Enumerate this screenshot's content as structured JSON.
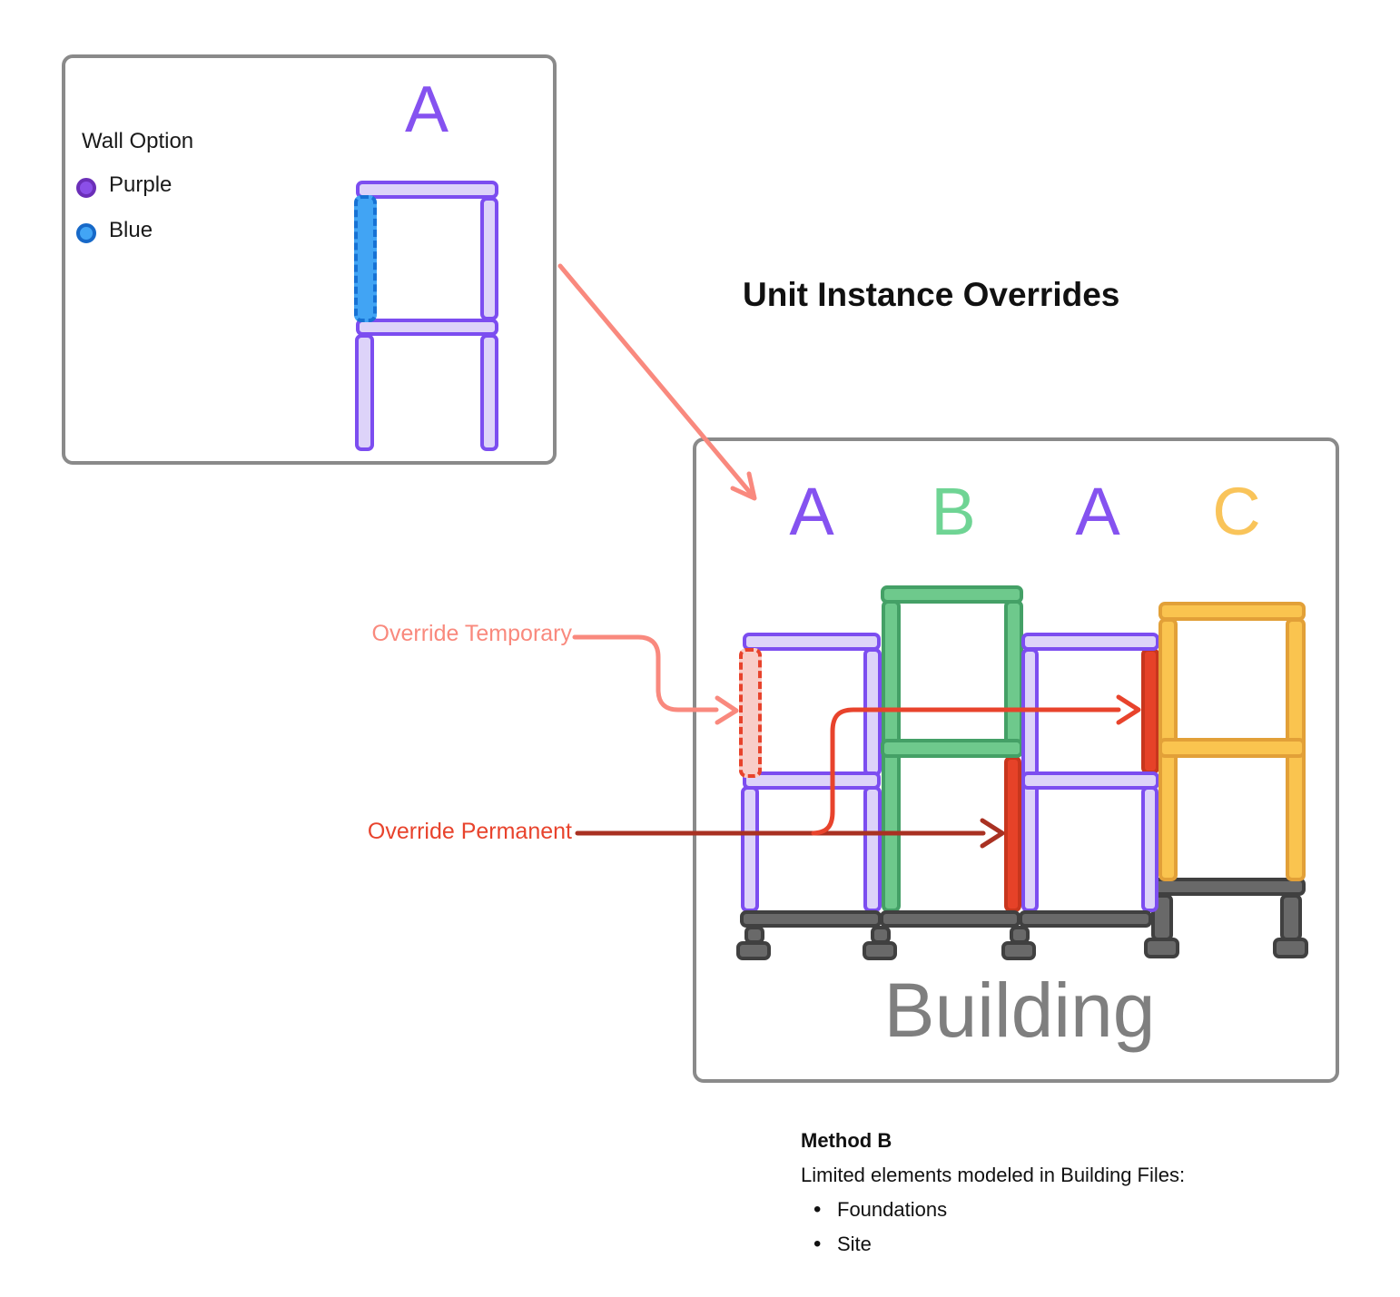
{
  "title": "Unit Instance Overrides",
  "wall_option_panel": {
    "heading": "Wall Option",
    "legend": [
      {
        "label": "Purple",
        "color": "#8B4FE8",
        "ring": "#6B2FB8"
      },
      {
        "label": "Blue",
        "color": "#42A5F5",
        "ring": "#1769C8"
      }
    ],
    "unit_label": "A"
  },
  "building": {
    "caption": "Building",
    "unit_labels": [
      {
        "label": "A",
        "color": "#8552F0"
      },
      {
        "label": "B",
        "color": "#6FD494"
      },
      {
        "label": "A",
        "color": "#8552F0"
      },
      {
        "label": "C",
        "color": "#F9C45A"
      }
    ],
    "annotations": {
      "temporary": {
        "label": "Override Temporary",
        "color": "#F9897D"
      },
      "permanent": {
        "label": "Override Permanent",
        "color": "#E8432C"
      }
    }
  },
  "notes": {
    "heading": "Method B",
    "body": "Limited elements modeled in Building Files:",
    "bullets": [
      "Foundations",
      "Site"
    ]
  },
  "colors": {
    "wall_purple_stroke": "#7C4DF0",
    "wall_purple_fill": "#DDD3F9",
    "wall_green_stroke": "#44A066",
    "wall_green_fill": "#6EC98C",
    "wall_yellow_stroke": "#E2A038",
    "wall_yellow_fill": "#FAC44F",
    "wall_red": "#E64228",
    "override_temp_fill": "#F8CDC8",
    "override_temp_stroke": "#E8432C",
    "override_blue_fill": "#41A4F4",
    "override_blue_stroke": "#1772D4",
    "foundation": "#696969",
    "box_border": "#8A8A8A",
    "arrow_salmon": "#F9897E",
    "arrow_red": "#E8432C",
    "arrow_dark_red": "#A93122",
    "caption_gray": "#7F7F7F"
  }
}
